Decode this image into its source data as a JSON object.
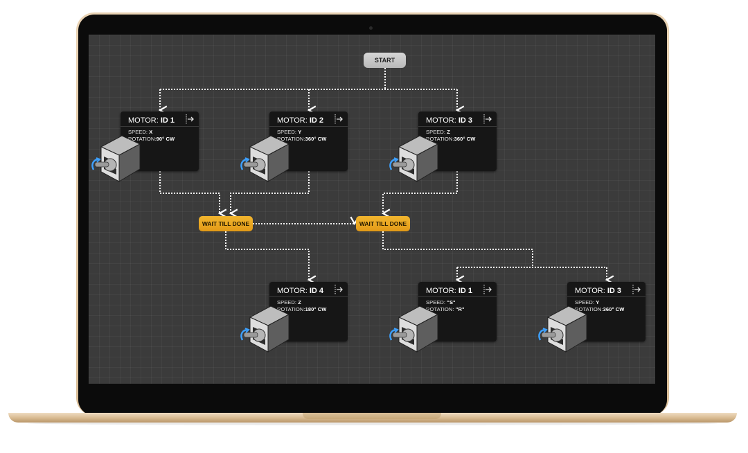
{
  "flow": {
    "start_label": "START",
    "wait_nodes": [
      {
        "label": "WAIT TILL DONE"
      },
      {
        "label": "WAIT TILL DONE"
      }
    ],
    "motors": [
      {
        "title_prefix": "MOTOR: ",
        "title_id": "ID 1",
        "speed_label": "SPEED: ",
        "speed_value": "X",
        "rotation_label": "ROTATION:",
        "rotation_value": "90° CW"
      },
      {
        "title_prefix": "MOTOR: ",
        "title_id": "ID 2",
        "speed_label": "SPEED: ",
        "speed_value": "Y",
        "rotation_label": "ROTATION:",
        "rotation_value": "360° CW"
      },
      {
        "title_prefix": "MOTOR: ",
        "title_id": "ID 3",
        "speed_label": "SPEED: ",
        "speed_value": "Z",
        "rotation_label": "ROTATION:",
        "rotation_value": "360° CW"
      },
      {
        "title_prefix": "MOTOR: ",
        "title_id": "ID 4",
        "speed_label": "SPEED: ",
        "speed_value": "Z",
        "rotation_label": "ROTATION:",
        "rotation_value": "180° CW"
      },
      {
        "title_prefix": "MOTOR: ",
        "title_id": "ID 1",
        "speed_label": "SPEED: ",
        "speed_value": "\"S\"",
        "rotation_label": "ROTATION: ",
        "rotation_value": "\"R\""
      },
      {
        "title_prefix": "MOTOR: ",
        "title_id": "ID 3",
        "speed_label": "SPEED: ",
        "speed_value": "Y",
        "rotation_label": "ROTATION:",
        "rotation_value": "360° CW"
      }
    ]
  },
  "colors": {
    "canvas": "#3b3b3b",
    "card": "#161616",
    "wait_accent": "#f2b62f",
    "start_button": "#c8c8c8",
    "wire": "#ffffff",
    "laptop_gold": "#e3c9a4"
  },
  "icons": {
    "exit": "exit-arrow-icon",
    "motor": "stepper-motor-icon"
  }
}
